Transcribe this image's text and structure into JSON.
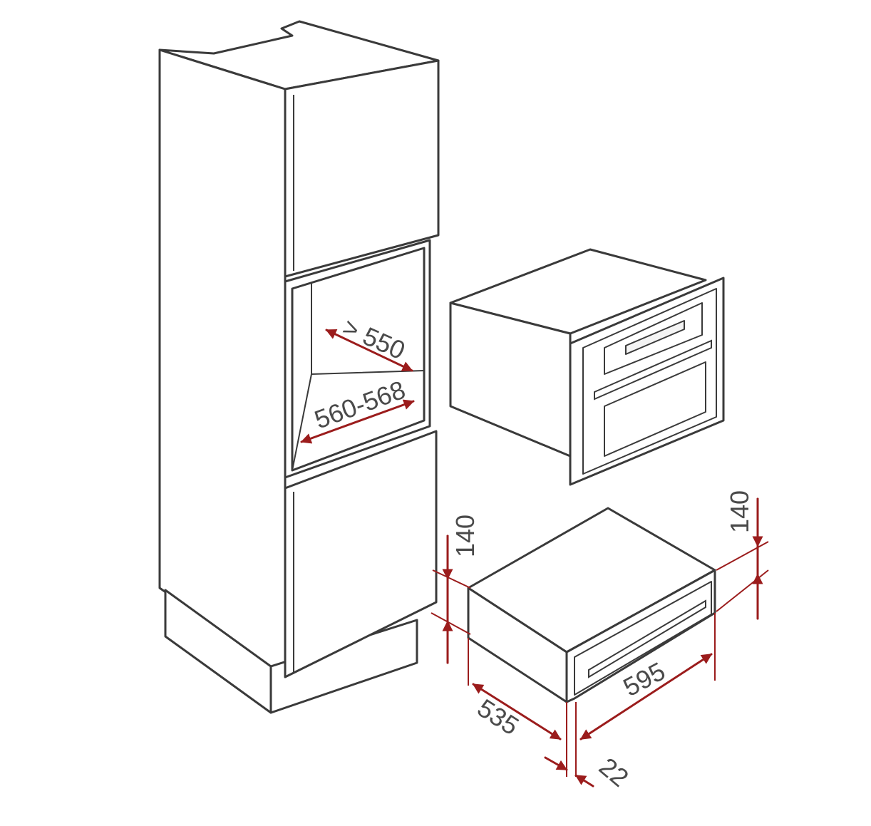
{
  "labels": {
    "niche_depth": "> 550",
    "niche_width": "560-568",
    "drawer_height_left": "140",
    "drawer_height_right": "140",
    "drawer_depth": "535",
    "drawer_width": "595",
    "front_thickness": "22"
  },
  "colors": {
    "line": "#3a3a3a",
    "dimension": "#9b1c1c",
    "label": "#4a4a4a",
    "background": "#ffffff"
  }
}
